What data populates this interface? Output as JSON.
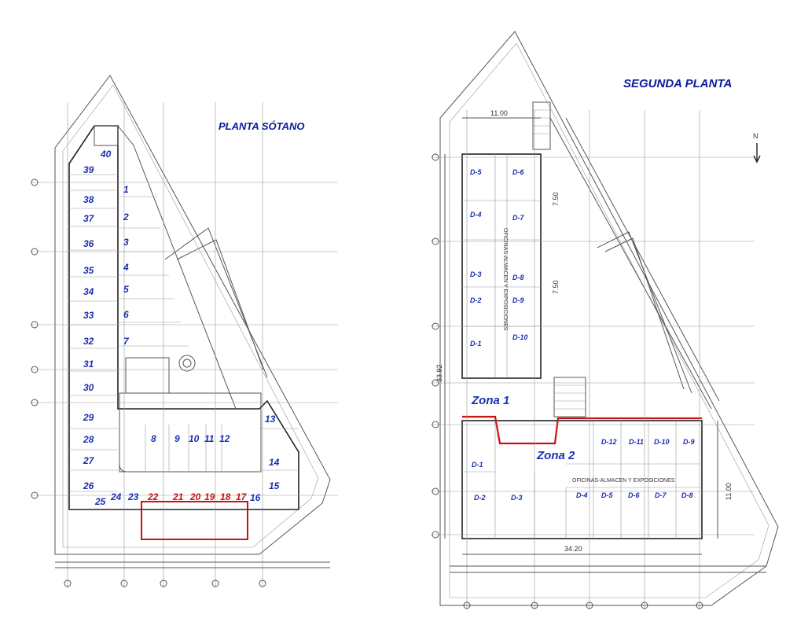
{
  "left_plan": {
    "title": "PLANTA SÓTANO",
    "spaces_blue": [
      "40",
      "39",
      "38",
      "37",
      "36",
      "35",
      "34",
      "33",
      "32",
      "31",
      "30",
      "29",
      "28",
      "27",
      "26",
      "1",
      "2",
      "3",
      "4",
      "5",
      "6",
      "7",
      "8",
      "9",
      "10",
      "11",
      "12",
      "13",
      "14",
      "15",
      "16",
      "23",
      "24",
      "25"
    ],
    "spaces_red": [
      "22",
      "21",
      "20",
      "19",
      "18",
      "17"
    ]
  },
  "right_plan": {
    "title": "SEGUNDA PLANTA",
    "north_label": "N",
    "zone_1": "Zona 1",
    "zone_2": "Zona 2",
    "vertical_label": "OFICINAS-ALMACEN Y EXPOSICIONES",
    "horizontal_label": "OFICINAS-ALMACEN Y EXPOSICIONES",
    "dim_top": "11.00",
    "dim_bottom": "34.20",
    "dim_left": "33.92",
    "dim_mid_1": "7.50",
    "dim_mid_2": "7.50",
    "dim_right": "11.00",
    "rooms_zone1": [
      "D-5",
      "D-6",
      "D-4",
      "D-7",
      "D-3",
      "D-8",
      "D-2",
      "D-9",
      "D-1",
      "D-10"
    ],
    "rooms_zone2_top": [
      "D-12",
      "D-11",
      "D-10",
      "D-9"
    ],
    "rooms_zone2_bottom": [
      "D-4",
      "D-5",
      "D-6",
      "D-7",
      "D-8"
    ],
    "rooms_zone2_left": [
      "D-1",
      "D-2",
      "D-3"
    ]
  }
}
